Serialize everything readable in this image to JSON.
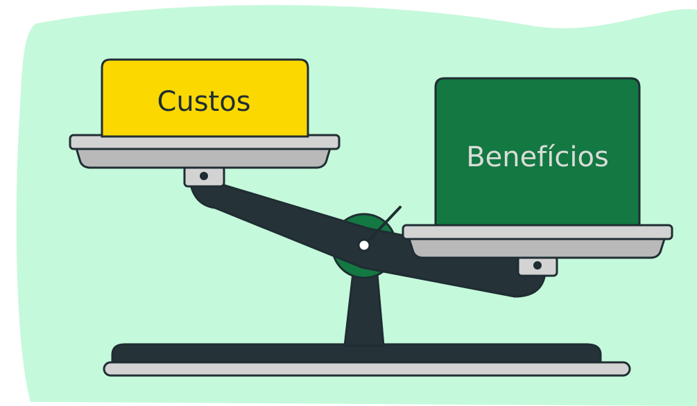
{
  "labels": {
    "left_box": "Custos",
    "right_box": "Benefícios"
  },
  "colors": {
    "background_blob": "#c5f9db",
    "outline": "#1f2d33",
    "scale_dark": "#253238",
    "pan": "#d3d3d3",
    "pan_shadow": "#b9b9b9",
    "costs_box": "#fbd900",
    "costs_text": "#1f2d33",
    "benefits_box": "#137842",
    "benefits_text": "#d9ddd7",
    "pivot": "#137842",
    "pivot_dot": "#ffffff"
  },
  "state": {
    "heavier_side": "right"
  }
}
